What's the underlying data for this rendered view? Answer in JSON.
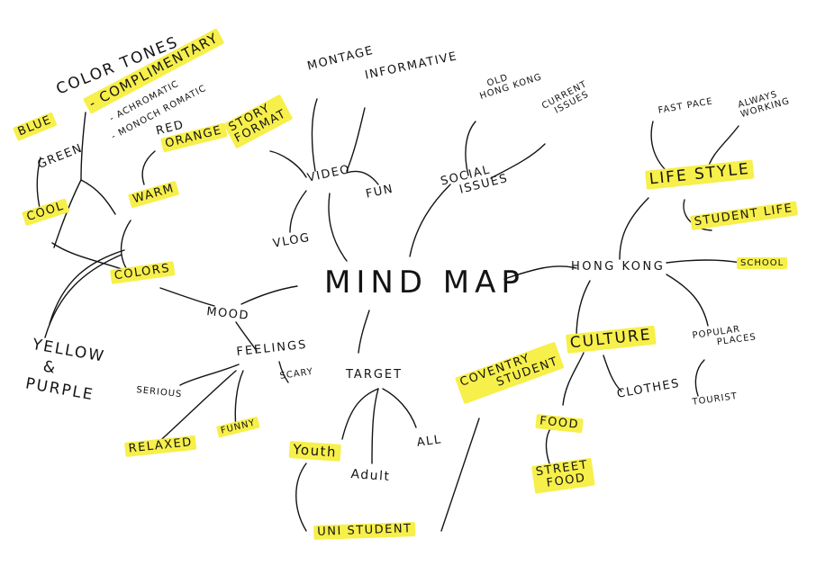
{
  "center": "MIND MAP",
  "branches": {
    "video": {
      "label": "VIDEO",
      "montage": "MONTAGE",
      "informative": "INFORMATIVE",
      "fun": "FUN",
      "vlog": "VLOG",
      "story_format": [
        "STORY",
        "FORMAT"
      ]
    },
    "social": {
      "label": [
        "SOCIAL",
        "ISSUES"
      ],
      "old_hk": [
        "OLD",
        "HONG KONG"
      ],
      "current": [
        "CURRENT",
        "ISSUES"
      ]
    },
    "hong_kong": {
      "label": "HONG KONG",
      "lifestyle": "LIFE STYLE",
      "fast_pace": "FAST PACE",
      "always_working": [
        "ALWAYS",
        "WORKING"
      ],
      "student_life": "STUDENT LIFE",
      "school": "SCHOOL",
      "culture": "CULTURE",
      "food": "FOOD",
      "street_food": [
        "STREET",
        "FOOD"
      ],
      "clothes": "CLOTHES",
      "popular_places": [
        "POPULAR",
        "PLACES"
      ],
      "tourist": "TOURIST"
    },
    "target": {
      "label": "TARGET",
      "youth": "Youth",
      "adult": "Adult",
      "all": "ALL",
      "uni_student": "UNI STUDENT",
      "coventry_student": [
        "COVENTRY",
        "STUDENT"
      ]
    },
    "mood": {
      "label": "MOOD",
      "feelings": "FEELINGS",
      "serious": "SERIOUS",
      "scary": "SCARY",
      "relaxed": "RELAXED",
      "funny": "FUNNY"
    },
    "colors": {
      "label": "COLORS",
      "cool": "COOL",
      "warm": "WARM",
      "color_tones": "COLOR TONES",
      "blue": "BLUE",
      "green": "GREEN",
      "complimentary": "- COMPLIMENTARY",
      "achromatic": "- ACHROMATIC",
      "monochromatic": "- MONOCH ROMATIC",
      "red": "RED",
      "orange": "ORANGE",
      "yellow_purple": [
        "YELLOW",
        "&",
        "PURPLE"
      ]
    }
  },
  "colors": {
    "highlight": "#f7ef4a",
    "ink": "#141414"
  }
}
